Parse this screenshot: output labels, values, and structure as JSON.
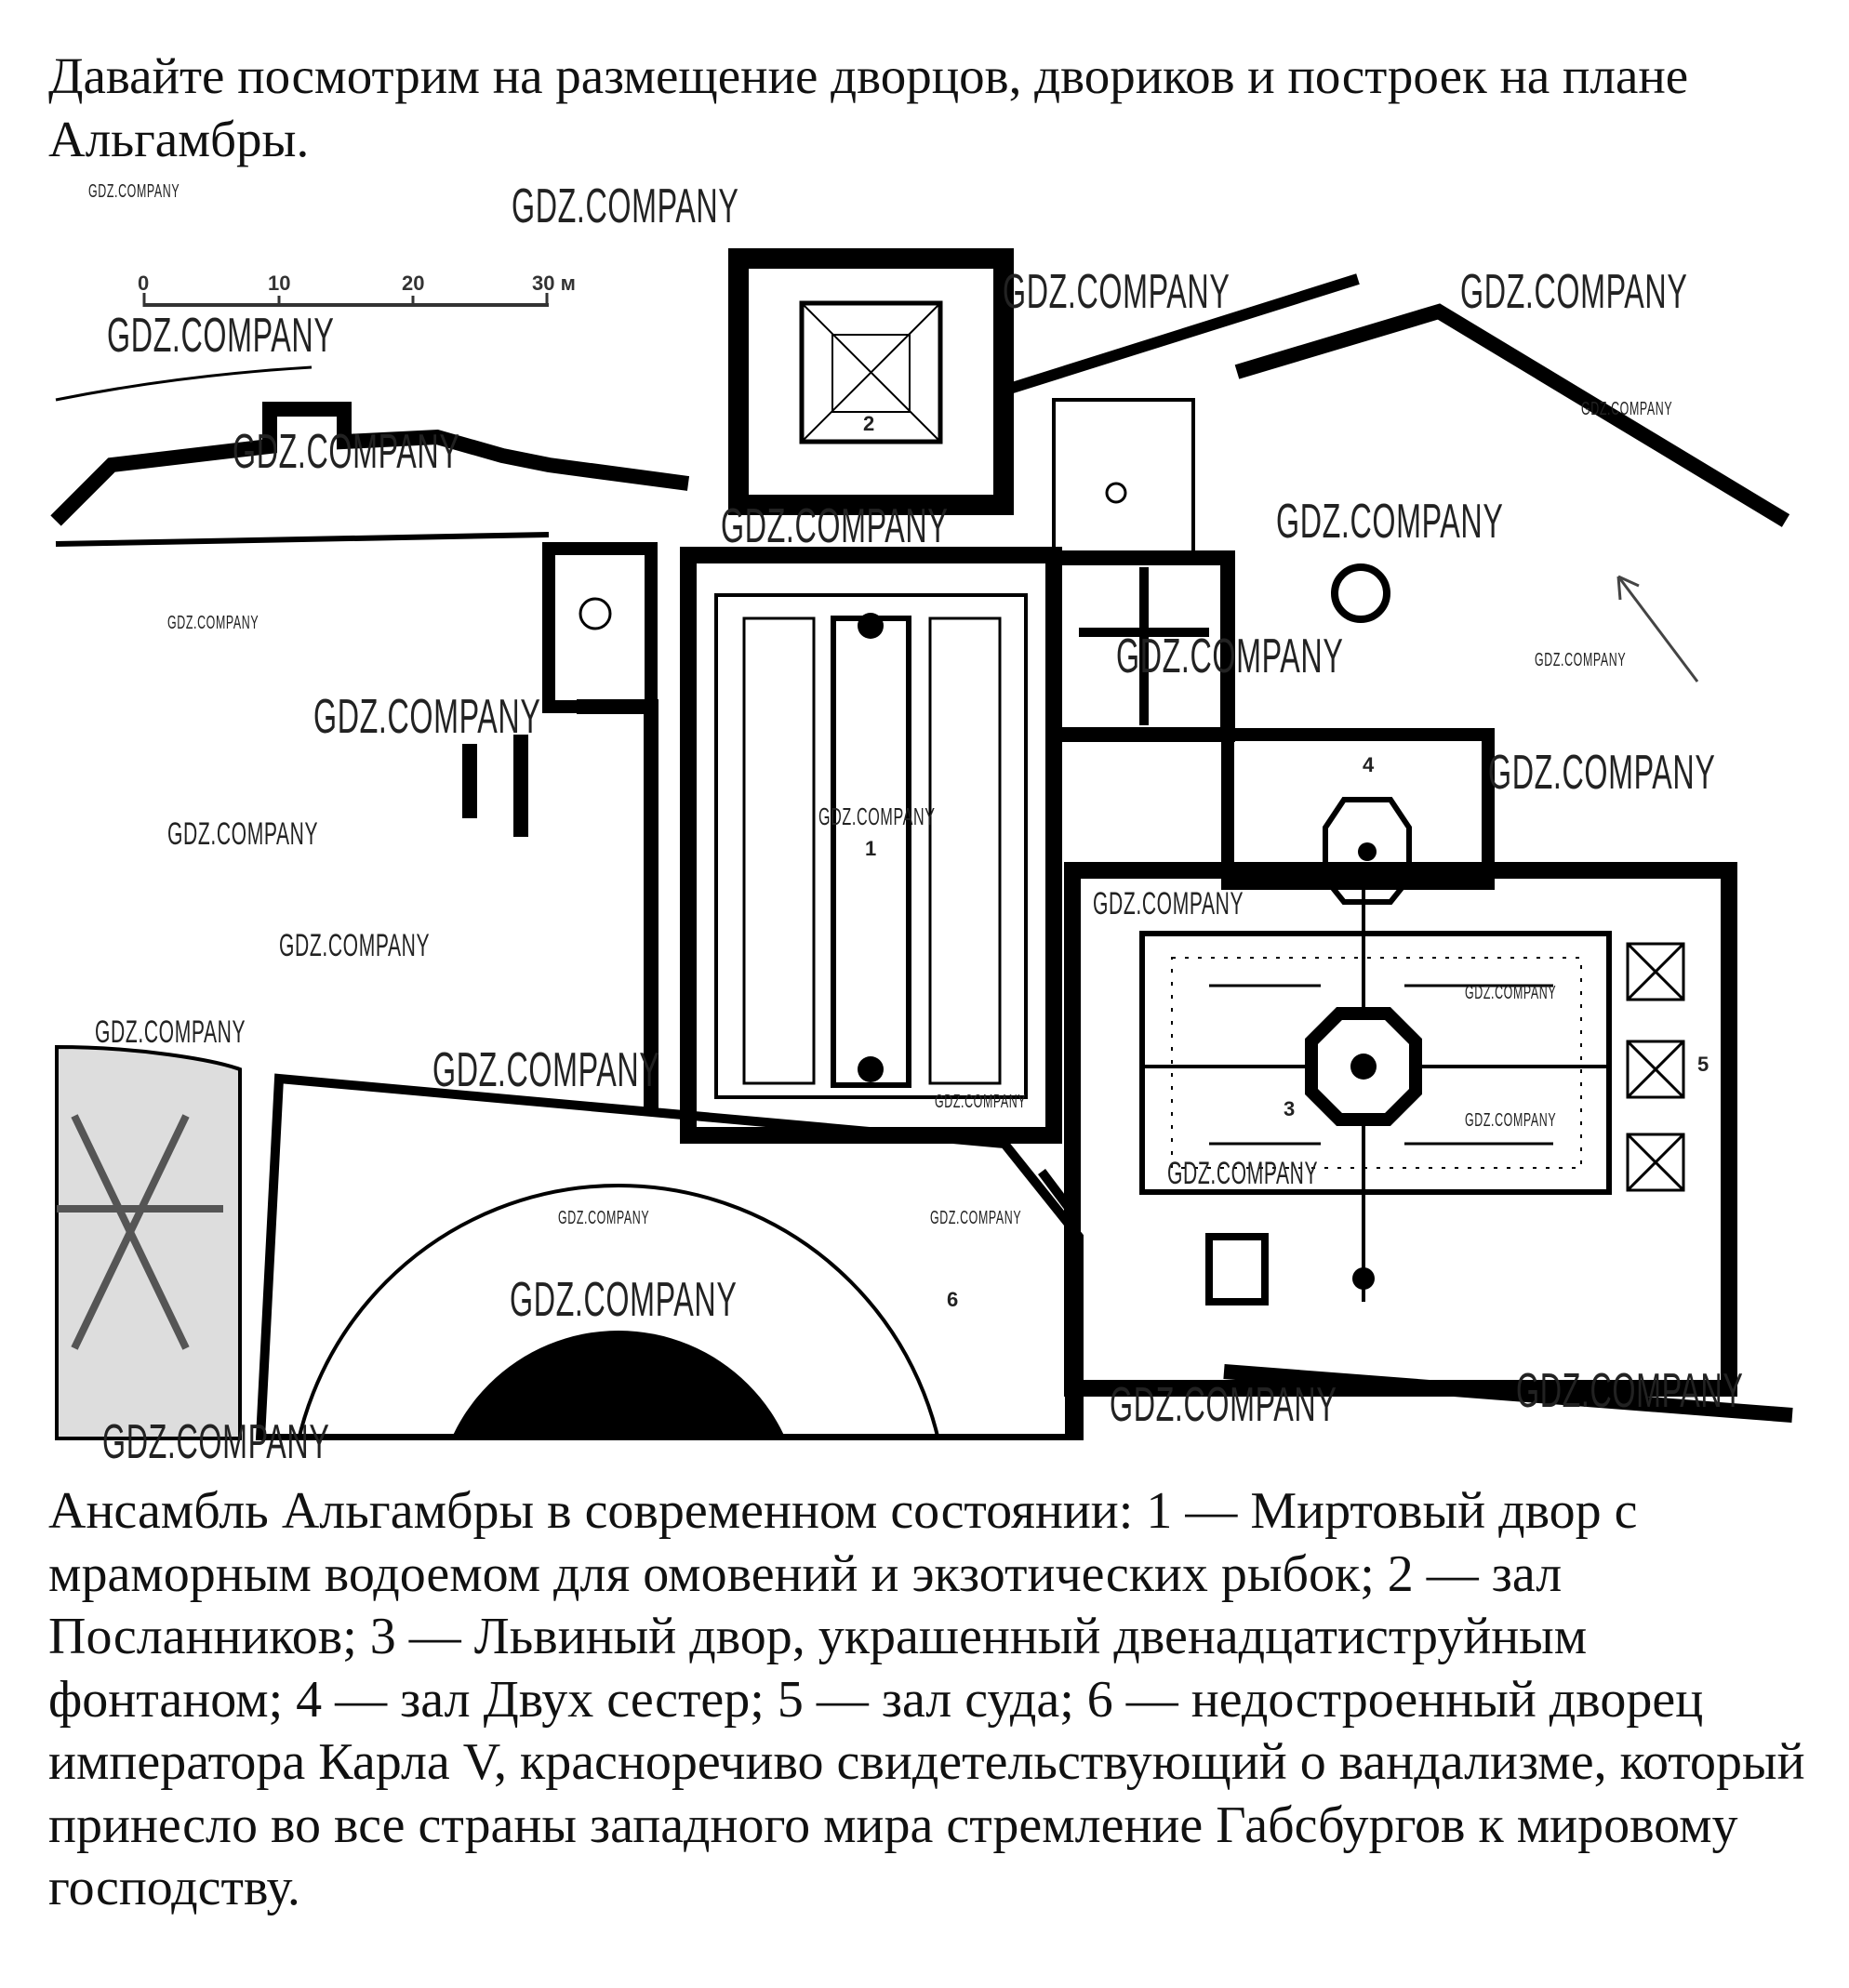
{
  "intro_text": "Давайте посмотрим на размещение дворцов, двориков и построек на плане Альгамбры.",
  "plan": {
    "scale_ticks": [
      "0",
      "10",
      "20",
      "30 м"
    ],
    "labels": [
      "1",
      "2",
      "3",
      "4",
      "5",
      "6"
    ]
  },
  "caption": "Ансамбль Альгамбры в современном состоянии: 1 — Миртовый двор с мраморным водоемом для омовений и экзотических рыбок; 2 — зал Посланников; 3 — Львиный двор, украшенный двенадцатиструйным фонтаном; 4 — зал Двух сестер; 5 — зал суда; 6 — недостроенный дворец императора Карла V, красноречиво свидетельствующий о вандализме, который принесло во все страны западного мира стремление Габсбургов к мировому господству.",
  "watermark": "GDZ.COMPANY"
}
